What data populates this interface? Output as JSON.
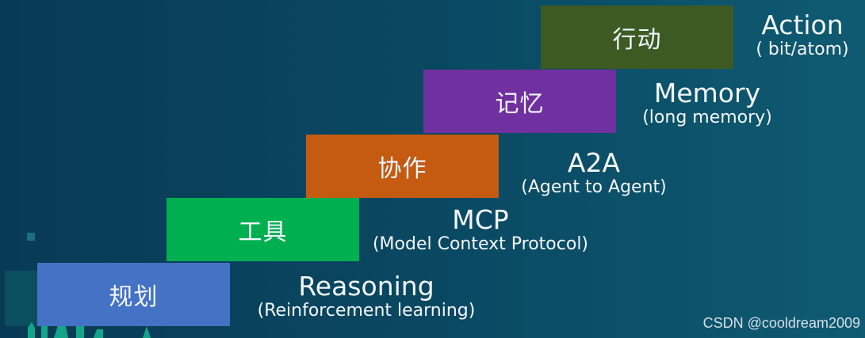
{
  "diagram": {
    "steps": [
      {
        "block": "规划",
        "title": "Reasoning",
        "subtitle": "(Reinforcement learning)",
        "color": "#4472c4"
      },
      {
        "block": "工具",
        "title": "MCP",
        "subtitle": "(Model Context Protocol)",
        "color": "#00b050"
      },
      {
        "block": "协作",
        "title": "A2A",
        "subtitle": "(Agent to Agent)",
        "color": "#c55a11"
      },
      {
        "block": "记忆",
        "title": "Memory",
        "subtitle": "(long memory)",
        "color": "#7030a0"
      },
      {
        "block": "行动",
        "title": "Action",
        "subtitle": "( bit/atom)",
        "color": "#3d5a23"
      }
    ]
  },
  "watermark": "CSDN @cooldream2009"
}
